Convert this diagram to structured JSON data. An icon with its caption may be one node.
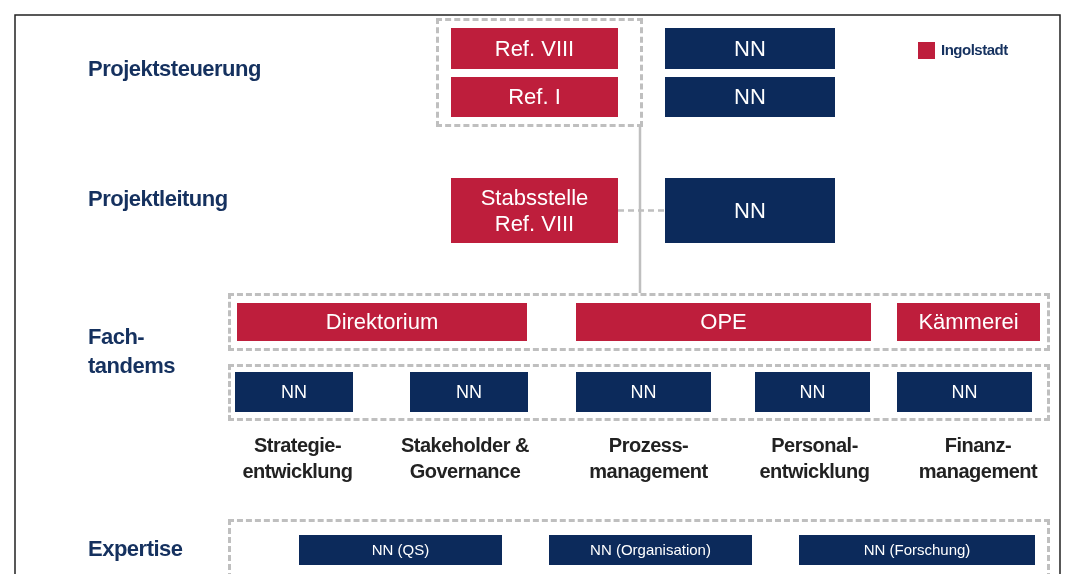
{
  "diagram": {
    "nodes": [
      {
        "text": [],
        "shape": "box"
      },
      {
        "text": [
          "Ref. VIII"
        ],
        "in": 0
      },
      {
        "text": [
          "Ref. I"
        ],
        "in": 0
      },
      {
        "text": [
          "NN"
        ]
      },
      {
        "text": [
          "NN"
        ]
      },
      {
        "text": [
          "Stabsstelle Ref. VIII"
        ]
      },
      {
        "text": [
          "NN"
        ]
      },
      {
        "text": [],
        "shape": "box"
      },
      {
        "text": [
          "Direktorium"
        ],
        "in": 7
      },
      {
        "text": [
          "OPE"
        ],
        "in": 7
      },
      {
        "text": [
          "Kämmerei"
        ],
        "in": 7
      },
      {
        "text": [],
        "shape": "box"
      },
      {
        "text": [
          "NN"
        ],
        "in": 11
      },
      {
        "text": [
          "NN"
        ],
        "in": 11
      },
      {
        "text": [
          "NN"
        ],
        "in": 11
      },
      {
        "text": [
          "NN"
        ],
        "in": 11
      },
      {
        "text": [
          "NN"
        ],
        "in": 11
      },
      {
        "text": [],
        "shape": "box"
      },
      {
        "text": [
          "NN (QS)"
        ],
        "in": 17
      },
      {
        "text": [
          "NN (Organisation)"
        ],
        "in": 17
      },
      {
        "text": [
          "NN (Forschung)"
        ],
        "in": 17
      }
    ],
    "edges": [
      {
        "from": 0,
        "to": 7,
        "arrow": "none"
      },
      {
        "from": 5,
        "to": 6,
        "arrow": "none",
        "style": "dashed"
      }
    ],
    "labels": [
      "Projektsteuerung",
      "Projektleitung",
      "Fach- tandems",
      "Strategie- entwicklung",
      "Stakeholder & Governance",
      "Prozess- management",
      "Personal- entwicklung",
      "Finanz- management",
      "Expertise"
    ],
    "legend": [
      {
        "text": "Ingolstadt",
        "color": "#be1e3c"
      }
    ]
  }
}
